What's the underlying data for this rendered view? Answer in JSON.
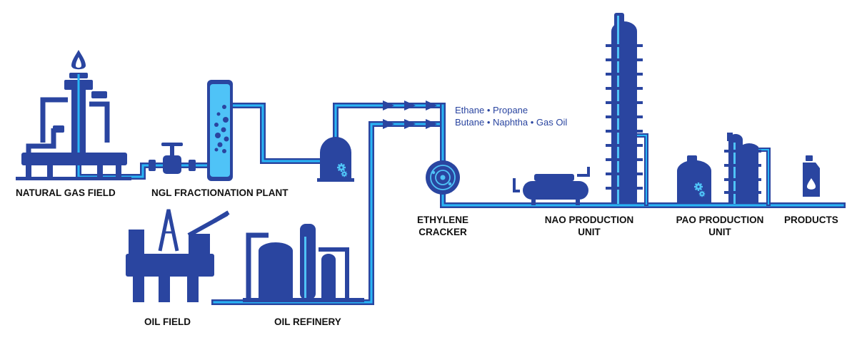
{
  "colors": {
    "equipment": "#2a45a0",
    "pipe_outer": "#2a45a0",
    "pipe_inner": "#29b6f6",
    "light": "#4fc3f7",
    "text": "#111111",
    "feed_text": "#2a45a0"
  },
  "labels": {
    "natural_gas_field": "NATURAL GAS FIELD",
    "ngl_plant": "NGL FRACTIONATION PLANT",
    "oil_field": "OIL FIELD",
    "oil_refinery": "OIL REFINERY",
    "ethylene_cracker_1": "ETHYLENE",
    "ethylene_cracker_2": "CRACKER",
    "nao_unit_1": "NAO PRODUCTION",
    "nao_unit_2": "UNIT",
    "pao_unit_1": "PAO PRODUCTION",
    "pao_unit_2": "UNIT",
    "products": "PRODUCTS"
  },
  "feedstocks": {
    "line1": "Ethane • Propane",
    "line2": "Butane • Naphtha • Gas Oil"
  },
  "icons": [
    "flame-drop-icon",
    "valve-icon",
    "gear-icon",
    "cracker-icon",
    "oil-bottle-icon",
    "flow-arrow-icon"
  ]
}
